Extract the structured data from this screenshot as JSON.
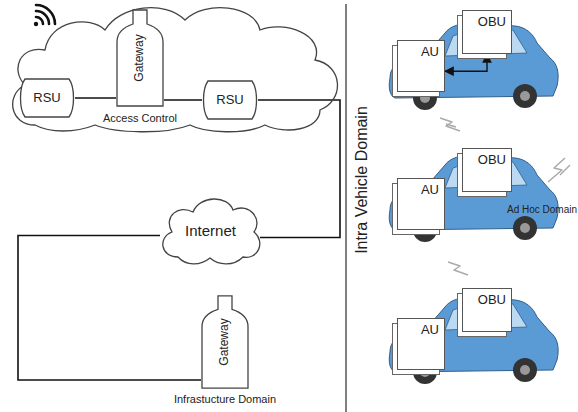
{
  "diagram": {
    "nodes": [
      {
        "text": [
          "Access Control"
        ]
      },
      {
        "text": [
          "RSU"
        ],
        "in": 0
      },
      {
        "text": [
          "Gateway"
        ],
        "in": 0
      },
      {
        "text": [
          "RSU"
        ],
        "in": 0
      },
      {
        "text": [
          "Internet"
        ]
      },
      {
        "text": [
          "Gateway",
          "Infrastucture Domain"
        ]
      },
      {
        "text": [
          "AU"
        ]
      },
      {
        "text": [
          "OBU"
        ]
      },
      {
        "text": [
          "AU"
        ]
      },
      {
        "text": [
          "OBU"
        ]
      },
      {
        "text": [
          "AU"
        ]
      },
      {
        "text": [
          "OBU"
        ]
      }
    ],
    "edges": [
      {
        "from": 1,
        "to": 2,
        "arrow": "none"
      },
      {
        "from": 2,
        "to": 3,
        "arrow": "none"
      },
      {
        "from": 3,
        "to": 4,
        "arrow": "none"
      },
      {
        "from": 4,
        "to": 5,
        "arrow": "none"
      },
      {
        "from": 6,
        "to": 7,
        "arrow": "both"
      }
    ],
    "labels": [
      "Intra Vehicle Domain",
      "Ad Hoc Domain"
    ]
  }
}
